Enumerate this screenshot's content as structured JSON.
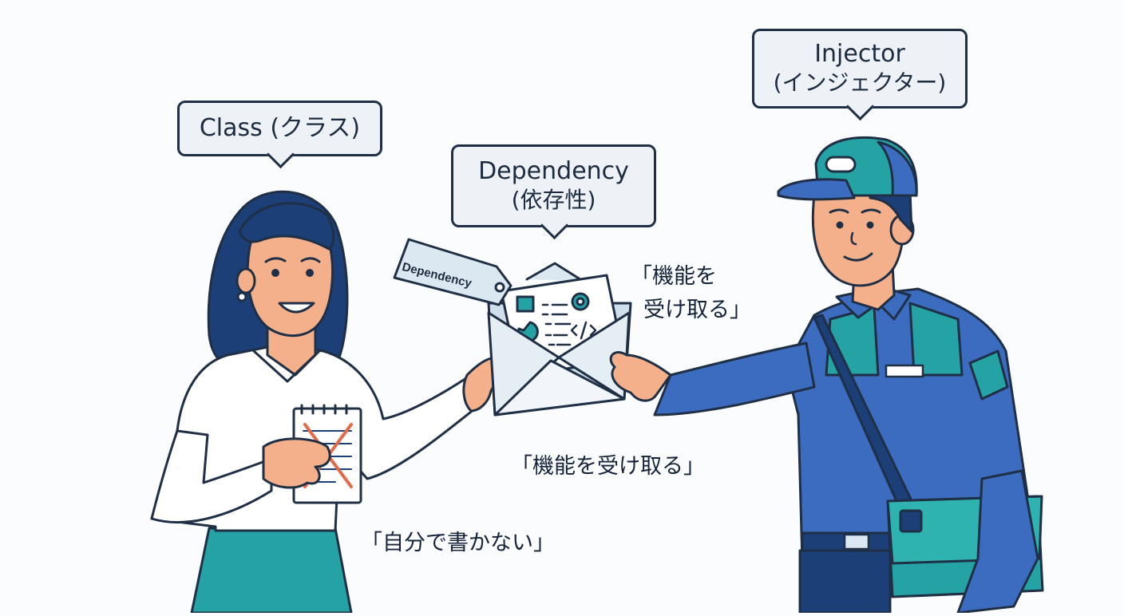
{
  "labels": {
    "class_bubble": "Class (クラス)",
    "dependency_bubble_line1": "Dependency",
    "dependency_bubble_line2": "(依存性)",
    "injector_bubble_line1": "Injector",
    "injector_bubble_line2": "(インジェクター)",
    "tag": "Dependency"
  },
  "quotes": {
    "receive_stacked_line1": "「機能を",
    "receive_stacked_line2": "受け取る」",
    "receive_inline": "「機能を受け取る」",
    "not_write_self": "「自分で書かない」"
  },
  "colors": {
    "outline": "#1f2f45",
    "navy_hair": "#1c3f78",
    "skin": "#f4b08a",
    "teal": "#25a3a4",
    "uniform_blue": "#3b6cc0",
    "envelope": "#dce8f1",
    "bubble_fill": "#eef2f6"
  },
  "icons": [
    "gear-icon",
    "list-icon",
    "pie-icon",
    "code-icon",
    "box-icon"
  ]
}
